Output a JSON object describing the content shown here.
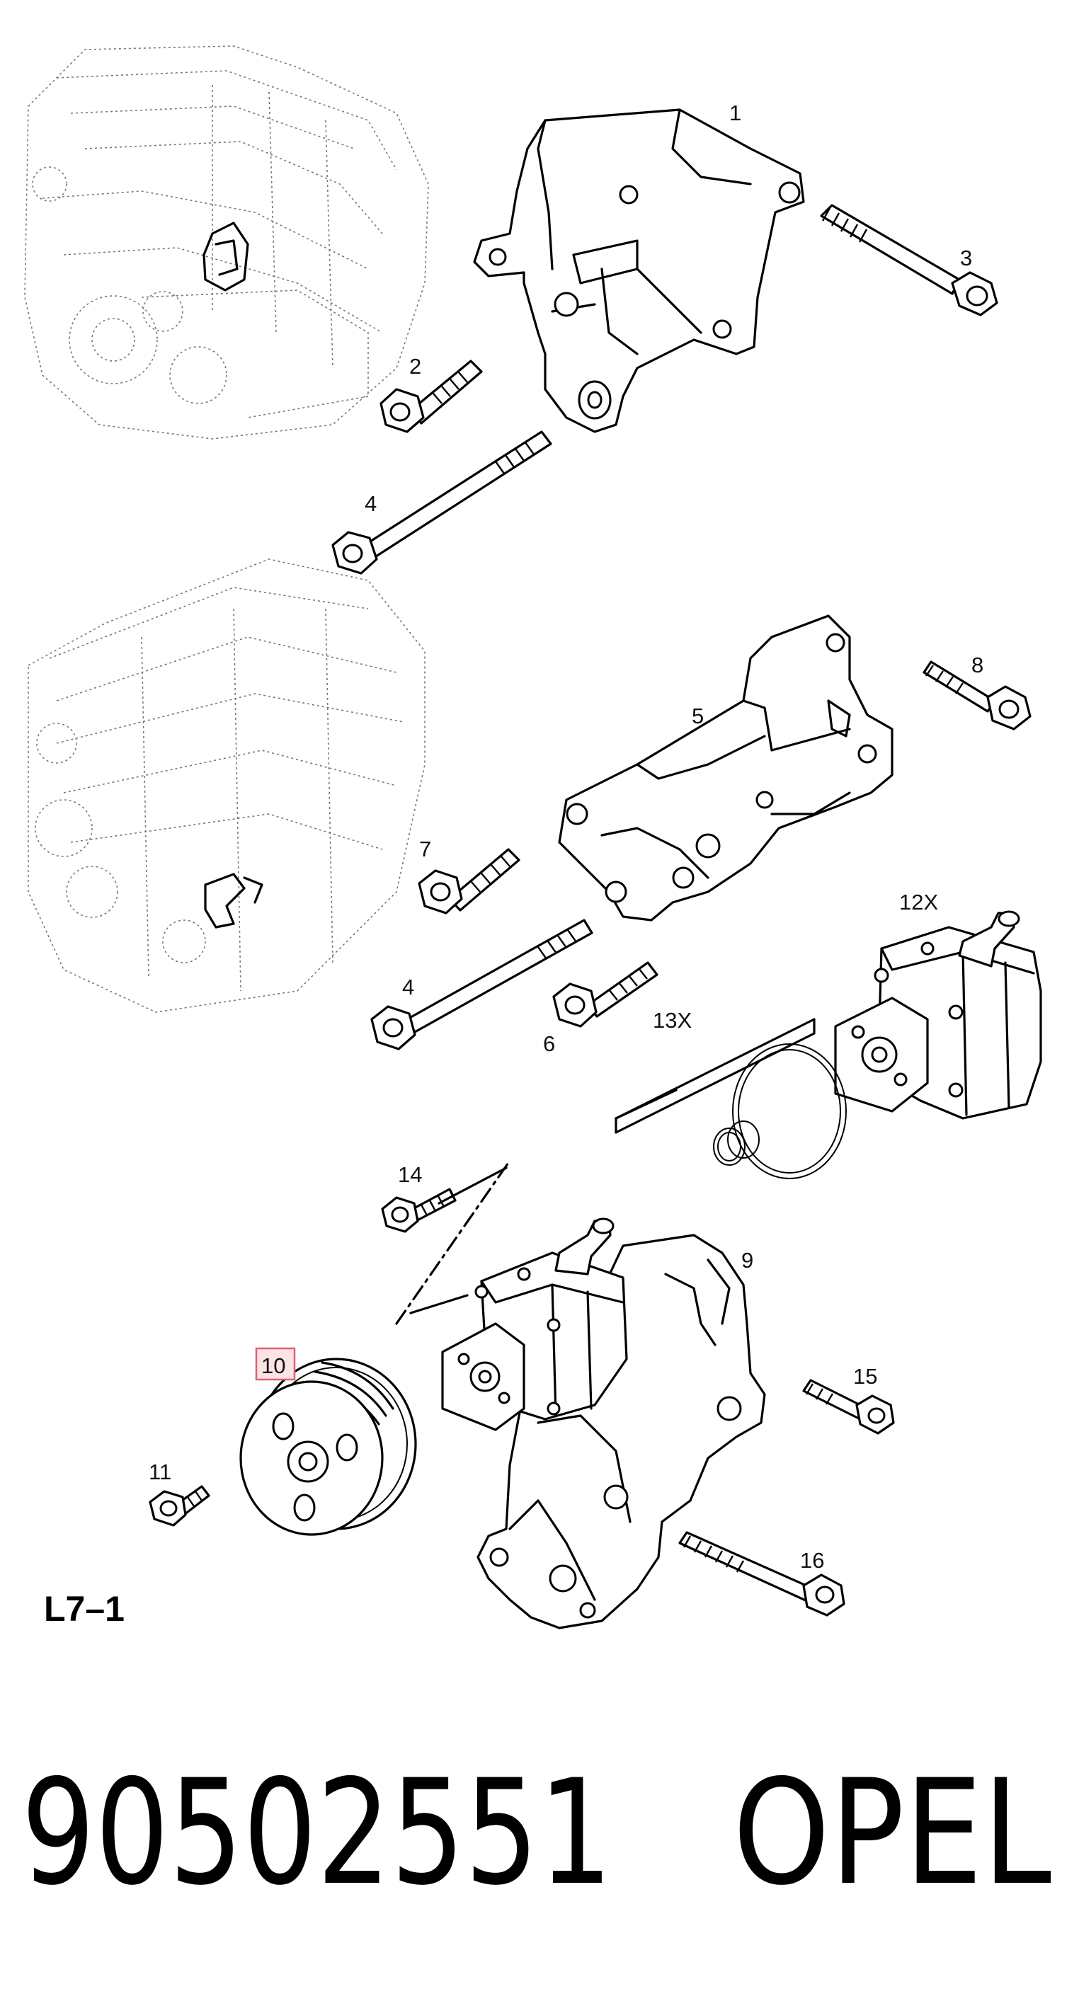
{
  "sheet_code": "L7–1",
  "part_number": "90502551",
  "brand": "OPEL",
  "highlighted_callout": "10",
  "callouts": {
    "c1": "1",
    "c2": "2",
    "c3": "3",
    "c4a": "4",
    "c4b": "4",
    "c5": "5",
    "c6": "6",
    "c7": "7",
    "c8": "8",
    "c9": "9",
    "c10": "10",
    "c11": "11",
    "c12": "12X",
    "c13": "13X",
    "c14": "14",
    "c15": "15",
    "c16": "16"
  },
  "colors": {
    "line": "#000000",
    "engine_outline": "#777777",
    "highlight": "#e06070",
    "highlight_fill": "#fbe3e6"
  }
}
